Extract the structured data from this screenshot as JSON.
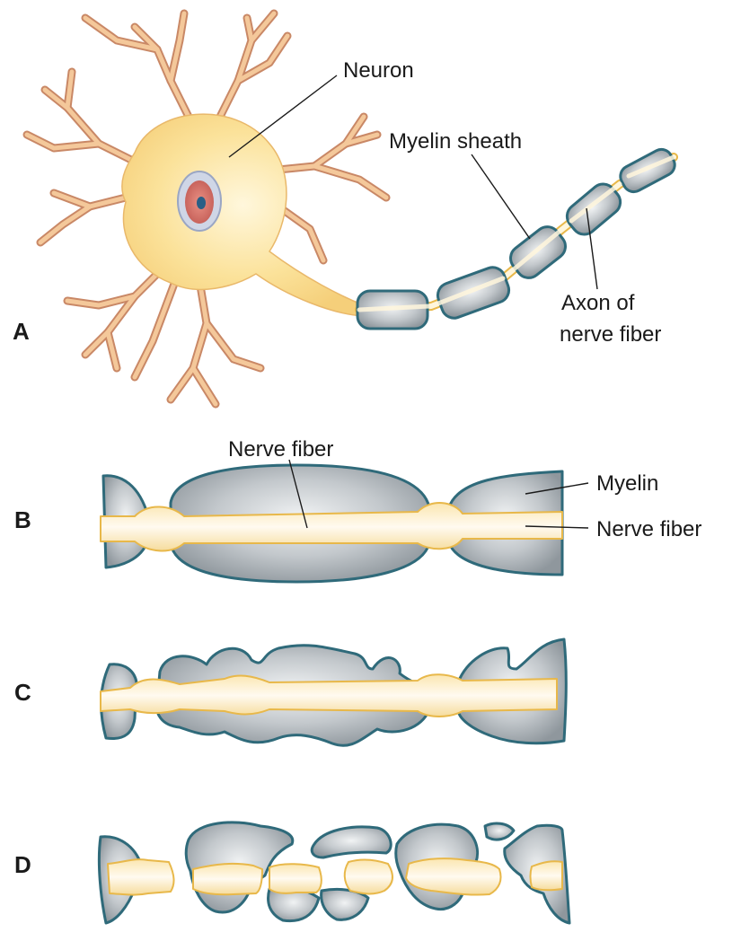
{
  "panels": {
    "a": {
      "letter": "A",
      "labels": {
        "neuron": "Neuron",
        "myelin_sheath": "Myelin sheath",
        "axon_line1": "Axon of",
        "axon_line2": "nerve fiber"
      }
    },
    "b": {
      "letter": "B",
      "labels": {
        "nerve_fiber_top": "Nerve fiber",
        "myelin": "Myelin",
        "nerve_fiber_right": "Nerve fiber"
      }
    },
    "c": {
      "letter": "C"
    },
    "d": {
      "letter": "D"
    }
  },
  "colors": {
    "myelin_fill": "#b9bfc4",
    "myelin_outline": "#2f6a7a",
    "axon_fill": "#fdf0c8",
    "axon_outline": "#e8b84a",
    "cell_body": "#fbe39a",
    "dendrite": "#c98866",
    "nucleus": "#d9776c"
  }
}
